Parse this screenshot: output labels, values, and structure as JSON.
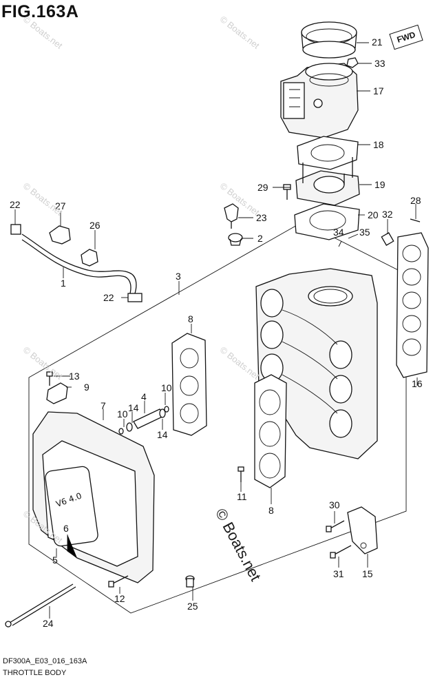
{
  "figure": {
    "title": "FIG.163A",
    "diagram_code": "DF300A_E03_016_163A",
    "diagram_name": "THROTTLE BODY",
    "direction_label": "FWD",
    "watermark": "© Boats.net",
    "watermark_main": "© Boats.net"
  },
  "callouts": [
    "21",
    "33",
    "17",
    "18",
    "19",
    "29",
    "20",
    "22",
    "27",
    "23",
    "26",
    "2",
    "32",
    "28",
    "34",
    "35",
    "1",
    "22",
    "3",
    "8",
    "16",
    "13",
    "9",
    "10",
    "4",
    "7",
    "14",
    "10",
    "14",
    "11",
    "8",
    "30",
    "6",
    "5",
    "31",
    "15",
    "12",
    "25",
    "24"
  ]
}
